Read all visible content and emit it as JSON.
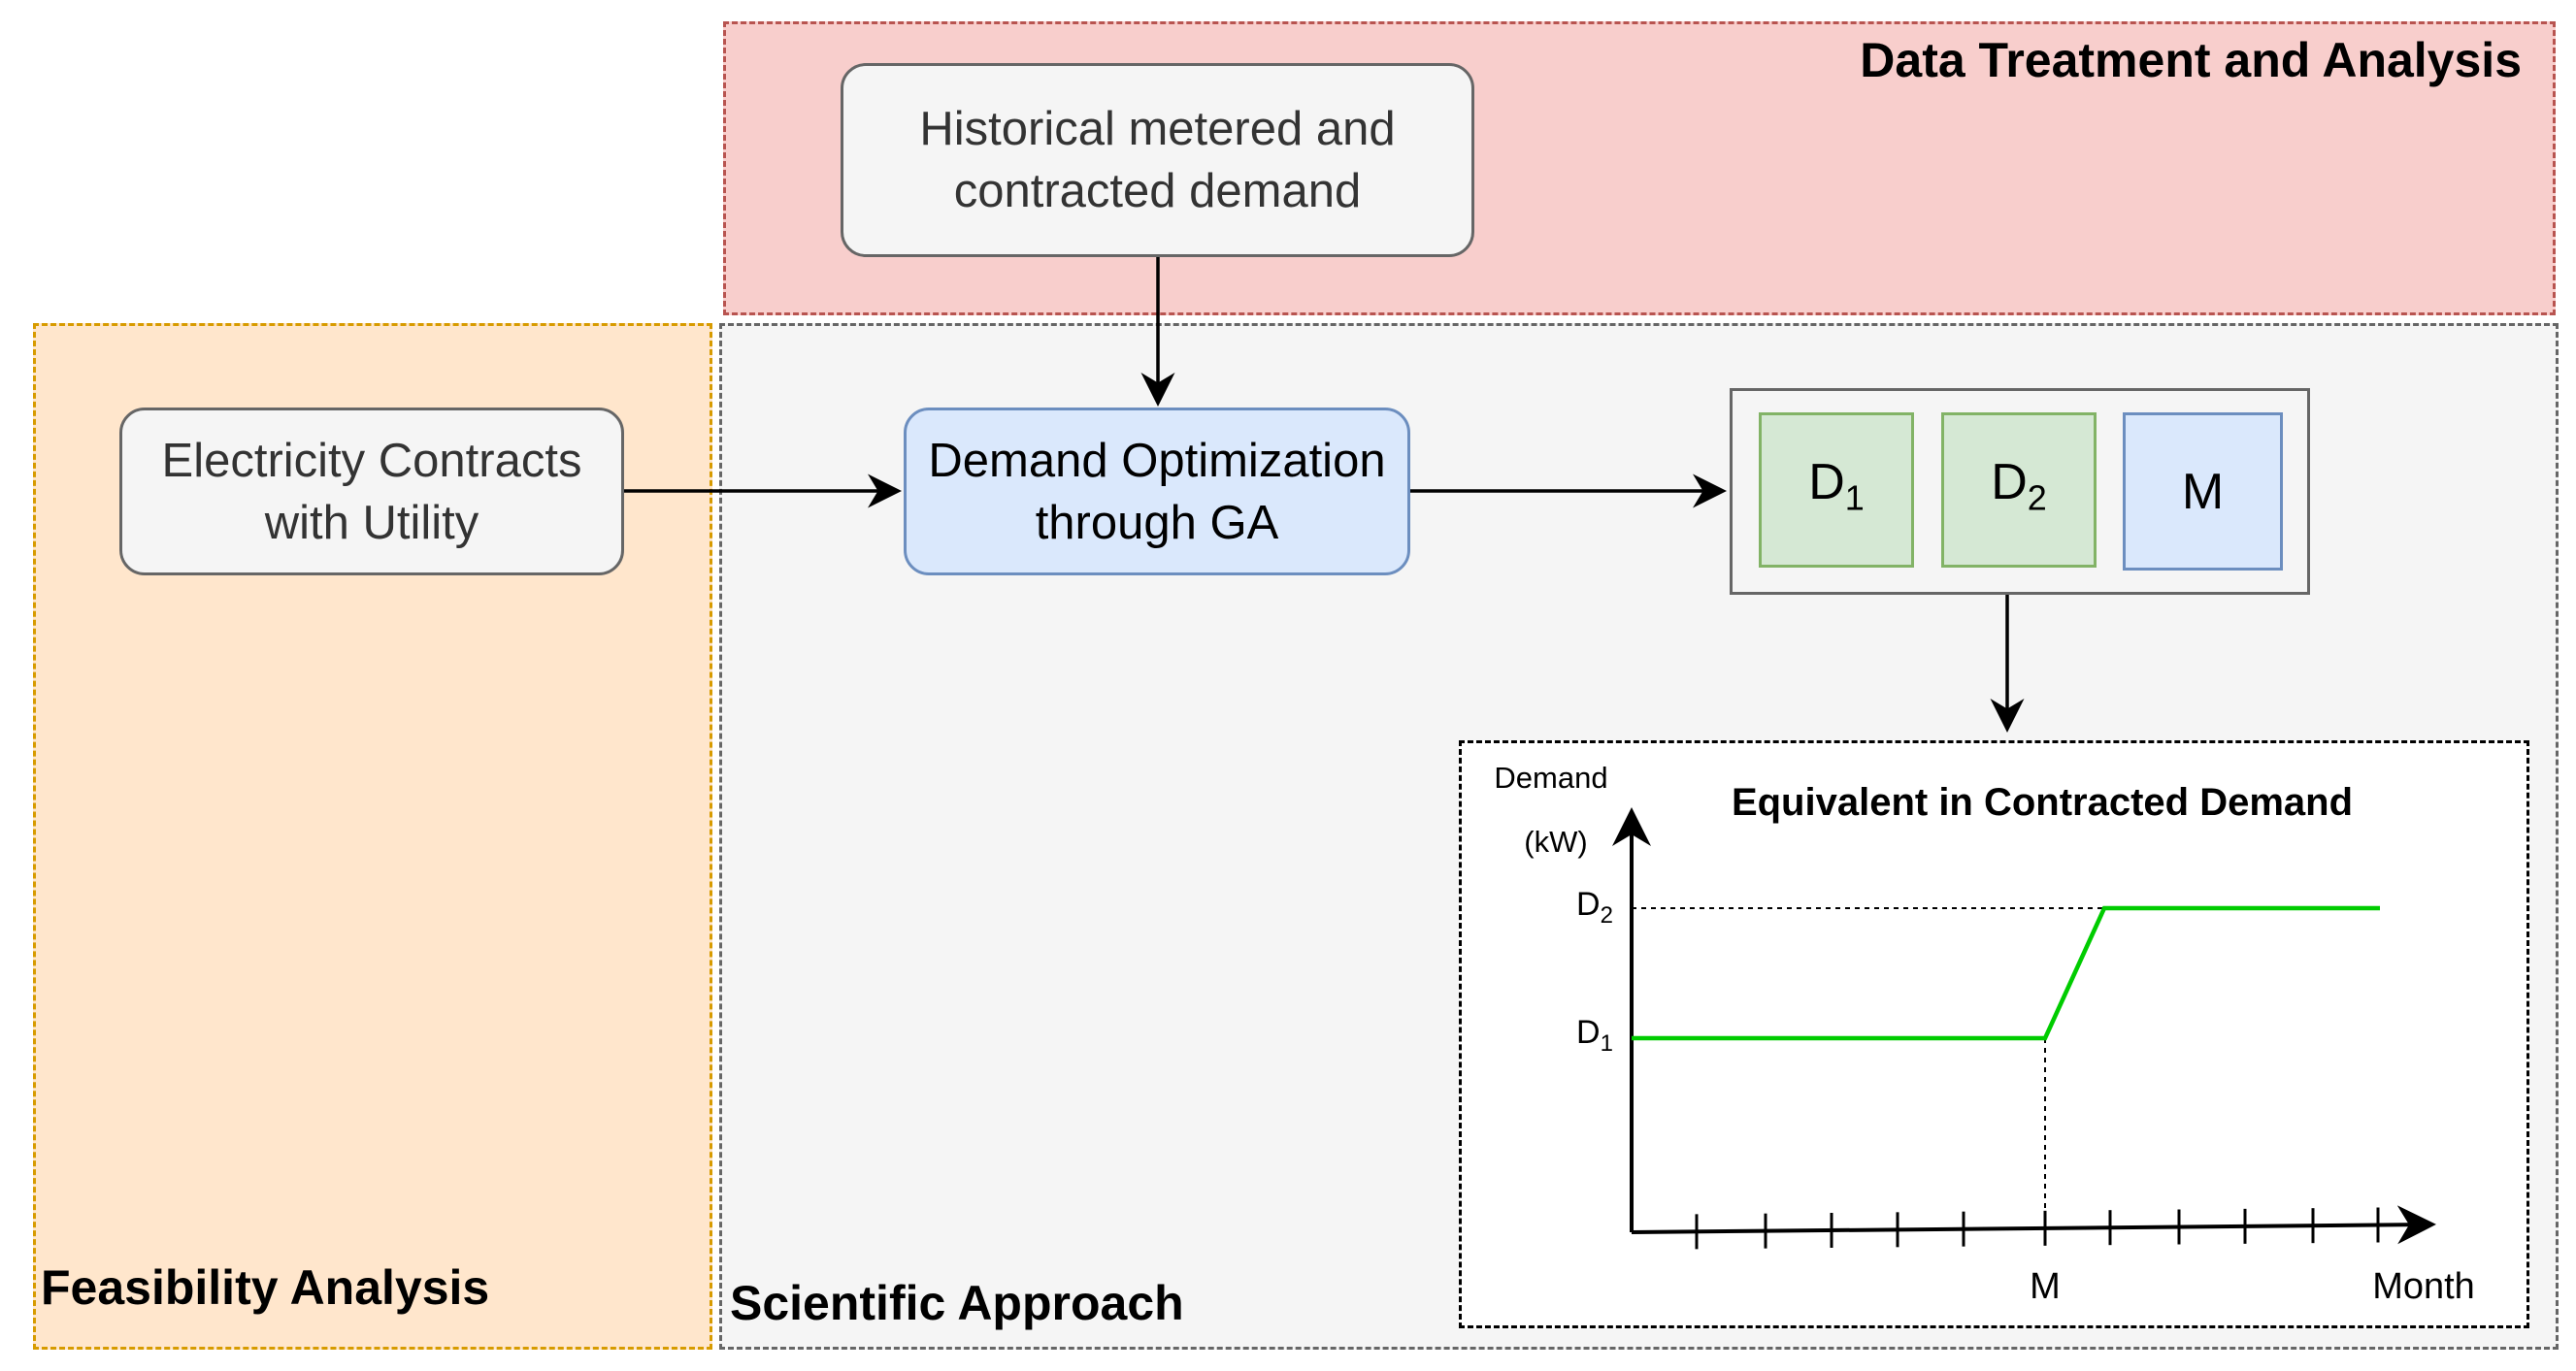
{
  "regions": {
    "data_treatment": {
      "title": "Data Treatment and Analysis",
      "fill": "#f8cecc",
      "stroke": "#b85450"
    },
    "feasibility": {
      "title": "Feasibility Analysis",
      "fill": "#ffe6cc",
      "stroke": "#d79b00"
    },
    "scientific": {
      "title": "Scientific Approach",
      "fill": "#f5f5f5",
      "stroke": "#666666"
    }
  },
  "nodes": {
    "historical": {
      "line1": "Historical metered and",
      "line2": "contracted demand"
    },
    "contracts": {
      "line1": "Electricity Contracts",
      "line2": "with Utility"
    },
    "optimization": {
      "line1": "Demand Optimization",
      "line2": "through GA"
    },
    "outputs": {
      "d1_base": "D",
      "d1_sub": "1",
      "d2_base": "D",
      "d2_sub": "2",
      "m": "M"
    }
  },
  "chart": {
    "title": "Equivalent in Contracted Demand",
    "ylabel_line1": "Demand",
    "ylabel_line2": "(kW)",
    "xlabel": "Month",
    "x_marker": "M",
    "d1_base": "D",
    "d1_sub": "1",
    "d2_base": "D",
    "d2_sub": "2"
  },
  "colors": {
    "green_fill": "#d5e8d4",
    "green_stroke": "#82b366",
    "blue_fill": "#dae8fc",
    "blue_stroke": "#6c8ebf",
    "node_fill": "#f5f5f5",
    "curve": "#00cc00"
  }
}
